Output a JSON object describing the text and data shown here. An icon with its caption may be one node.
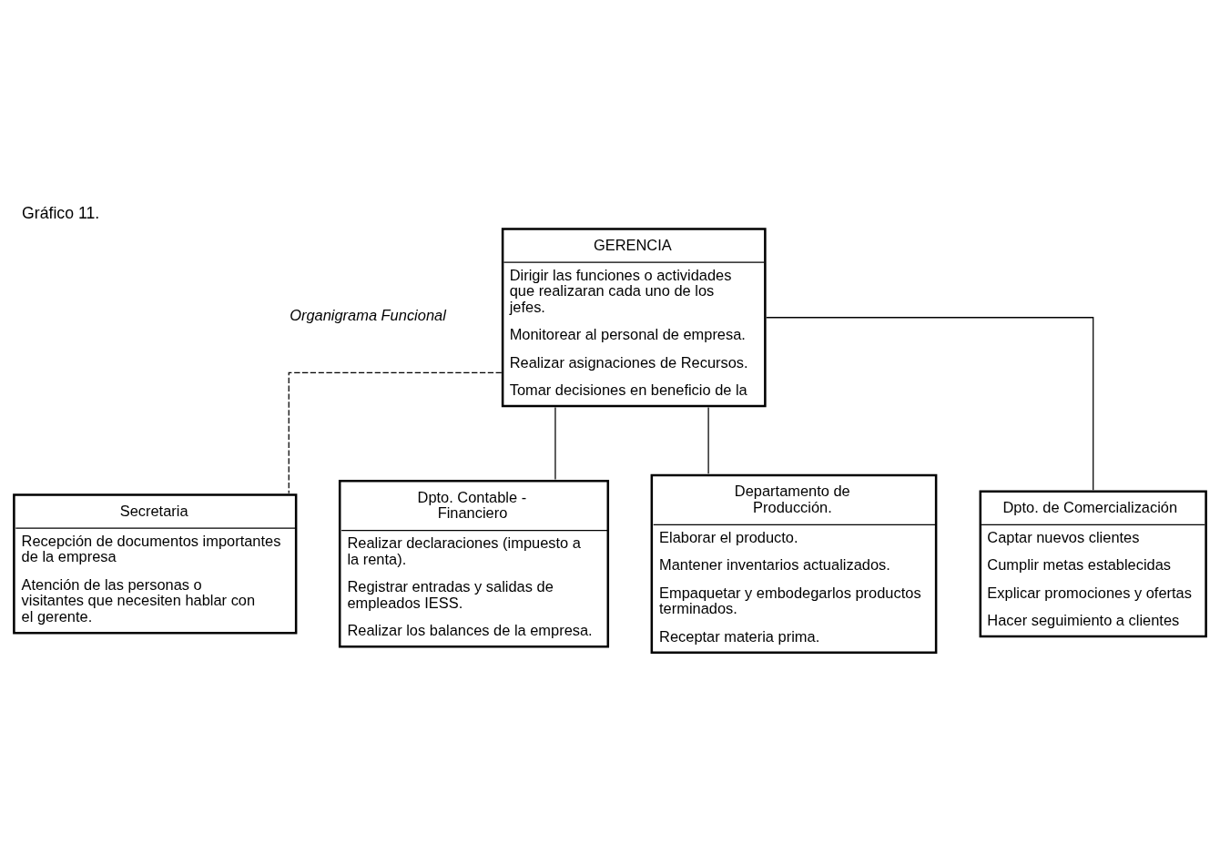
{
  "diagram": {
    "title": "Gráfico 11.",
    "nodes": [
      {
        "text": [
          "GERENCIA",
          "Dirigir las funciones o actividades que realizaran cada uno de los jefes.",
          "Monitorear al personal de empresa.",
          "Realizar asignaciones de Recursos.",
          "Tomar decisiones en beneficio de la"
        ]
      },
      {
        "text": [
          "Secretaria",
          "Recepción de documentos importantes de la empresa",
          "Atención de las personas o visitantes que necesiten hablar con el gerente."
        ]
      },
      {
        "text": [
          "Dpto. Contable - Financiero",
          "Realizar declaraciones (impuesto a la renta).",
          "Registrar entradas y salidas de empleados IESS.",
          "Realizar los balances de la empresa."
        ]
      },
      {
        "text": [
          "Departamento de Producción.",
          "Elaborar el producto.",
          "Mantener inventarios actualizados.",
          "Empaquetar y embodegarlos productos terminados.",
          "Receptar materia prima."
        ]
      },
      {
        "text": [
          "Dpto. de Comercialización",
          "Captar nuevos clientes",
          "Cumplir metas establecidas",
          "Explicar promociones y ofertas",
          "Hacer seguimiento a clientes"
        ]
      }
    ],
    "edges": [
      {
        "from": 0,
        "to": 1,
        "arrow": "none",
        "style": "dashed"
      },
      {
        "from": 0,
        "to": 2,
        "arrow": "none"
      },
      {
        "from": 0,
        "to": 3,
        "arrow": "none"
      },
      {
        "from": 0,
        "to": 4,
        "arrow": "none"
      }
    ],
    "labels": [
      "Organigrama Funcional"
    ]
  }
}
